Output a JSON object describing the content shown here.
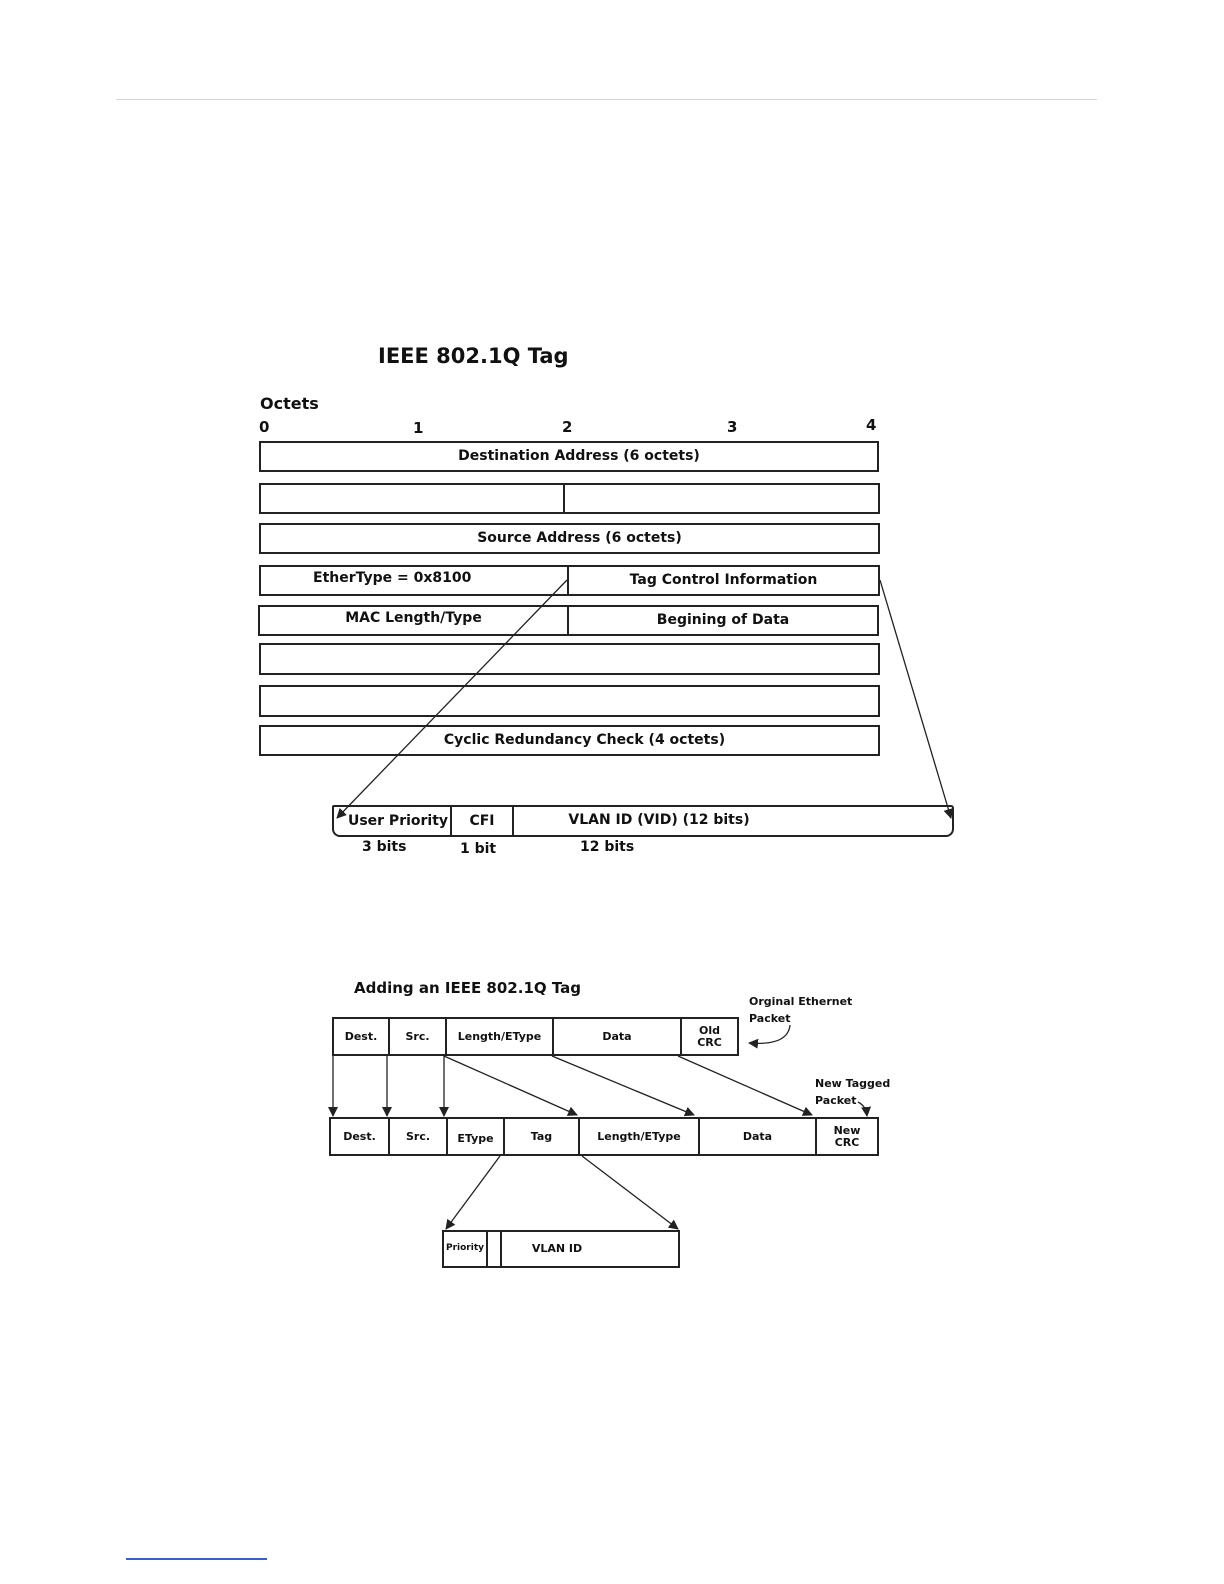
{
  "figure1": {
    "title": "IEEE 802.1Q Tag",
    "octets_label": "Octets",
    "octet_ticks": [
      "0",
      "1",
      "2",
      "3",
      "4"
    ],
    "rows": {
      "destination": "Destination Address (6 octets)",
      "source": "Source Address (6 octets)",
      "ethertype": "EtherType = 0x8100",
      "tag_control": "Tag Control Information",
      "mac_length": "MAC Length/Type",
      "begin_data": "Begining of Data",
      "crc": "Cyclic Redundancy Check (4 octets)"
    },
    "tag_fields": {
      "user_priority": "User Priority",
      "cfi": "CFI",
      "vlan_id": "VLAN ID (VID) (12 bits)"
    },
    "bit_labels": {
      "user_priority": "3 bits",
      "cfi": "1 bit",
      "vlan_id": "12 bits"
    }
  },
  "figure2": {
    "title": "Adding an IEEE 802.1Q Tag",
    "original_label_line1": "Orginal Ethernet",
    "original_label_line2": "Packet",
    "new_label_line1": "New Tagged",
    "new_label_line2": "Packet",
    "original_packet": {
      "dest": "Dest.",
      "src": "Src.",
      "length_etype": "Length/EType",
      "data": "Data",
      "old_crc_line1": "Old",
      "old_crc_line2": "CRC"
    },
    "tagged_packet": {
      "dest": "Dest.",
      "src": "Src.",
      "etype": "EType",
      "tag": "Tag",
      "length_etype": "Length/EType",
      "data": "Data",
      "new_crc_line1": "New",
      "new_crc_line2": "CRC"
    },
    "tag_detail": {
      "priority": "Priority",
      "vlan_id": "VLAN ID"
    }
  },
  "colors": {
    "line": "#222222",
    "top_rule": "#d6d6d6",
    "bottom_rule": "#3a5fcd"
  }
}
